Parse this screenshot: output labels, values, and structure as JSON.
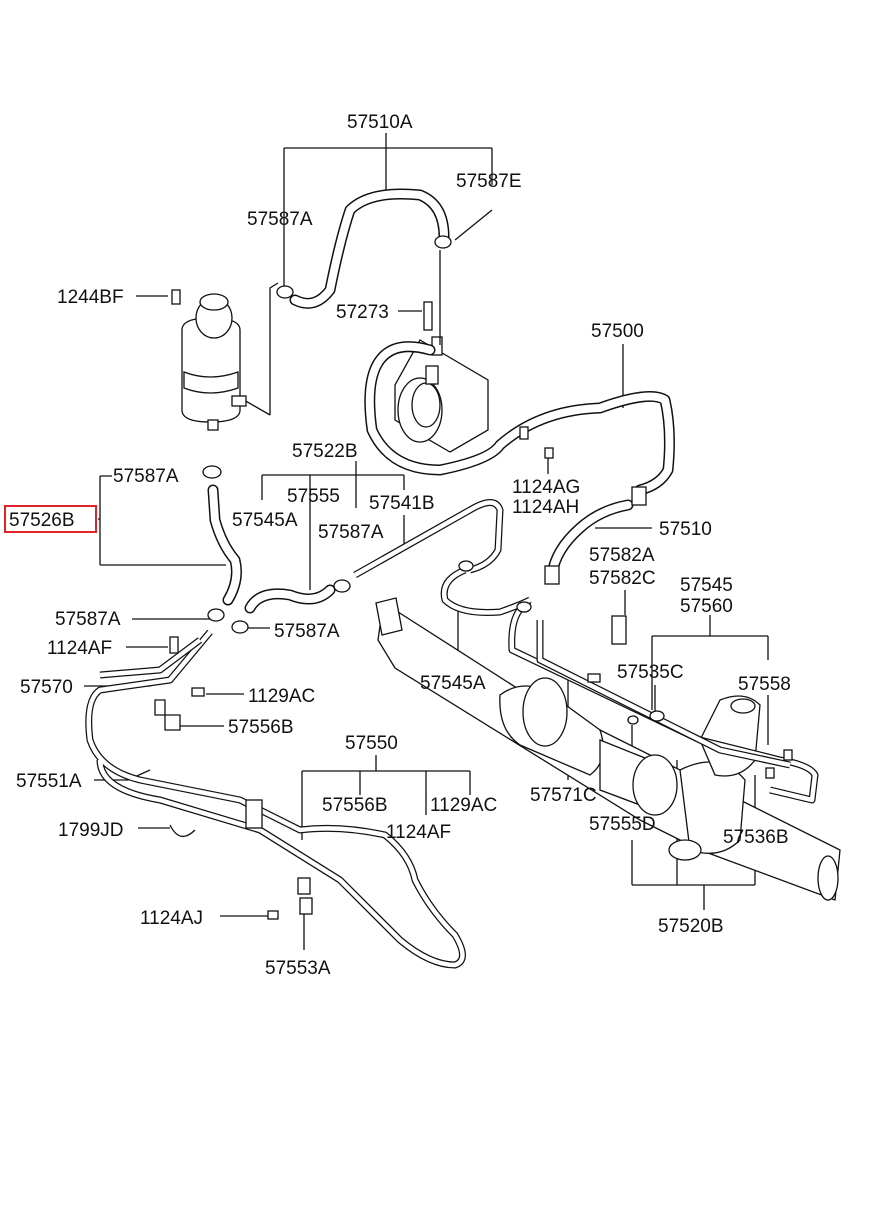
{
  "highlighted_part": "57526B",
  "labels": {
    "p57510A": "57510A",
    "p57587E": "57587E",
    "p57587A_top": "57587A",
    "p1244BF": "1244BF",
    "p57273": "57273",
    "p57500": "57500",
    "p57522B": "57522B",
    "p57587A_left": "57587A",
    "p57555_top": "57555",
    "p57541B": "57541B",
    "p1124AG": "1124AG",
    "p1124AH": "1124AH",
    "p57526B": "57526B",
    "p57545A_a": "57545A",
    "p57587A_mid": "57587A",
    "p57510": "57510",
    "p57582A": "57582A",
    "p57582C": "57582C",
    "p57545": "57545",
    "p57560": "57560",
    "p57587A_l2": "57587A",
    "p57587A_l3": "57587A",
    "p1124AF_a": "1124AF",
    "p57545A_b": "57545A",
    "p57535C": "57535C",
    "p57558": "57558",
    "p57570": "57570",
    "p1129AC_a": "1129AC",
    "p57556B_a": "57556B",
    "p57550": "57550",
    "p57551A": "57551A",
    "p57556B_b": "57556B",
    "p1129AC_b": "1129AC",
    "p57571C": "57571C",
    "p1124AF_b": "1124AF",
    "p57555D": "57555D",
    "p57536B": "57536B",
    "p1799JD": "1799JD",
    "p1124AJ": "1124AJ",
    "p57553A": "57553A",
    "p57520B": "57520B"
  }
}
